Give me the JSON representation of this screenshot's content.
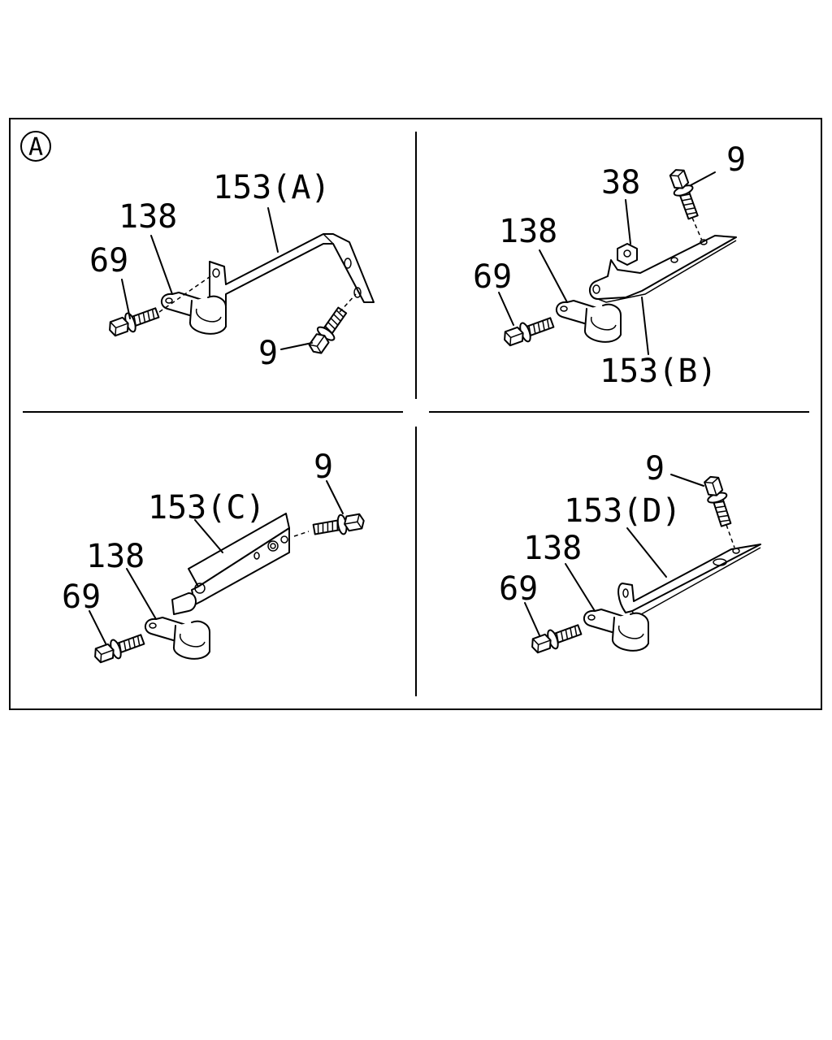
{
  "view_marker": "A",
  "panels": {
    "a": {
      "bracket": "153(A)",
      "clip": "138",
      "bolt": "69",
      "screw": "9"
    },
    "b": {
      "bracket": "153(B)",
      "clip": "138",
      "bolt": "69",
      "screw": "9",
      "nut": "38"
    },
    "c": {
      "bracket": "153(C)",
      "clip": "138",
      "bolt": "69",
      "screw": "9"
    },
    "d": {
      "bracket": "153(D)",
      "clip": "138",
      "bolt": "69",
      "screw": "9"
    }
  }
}
